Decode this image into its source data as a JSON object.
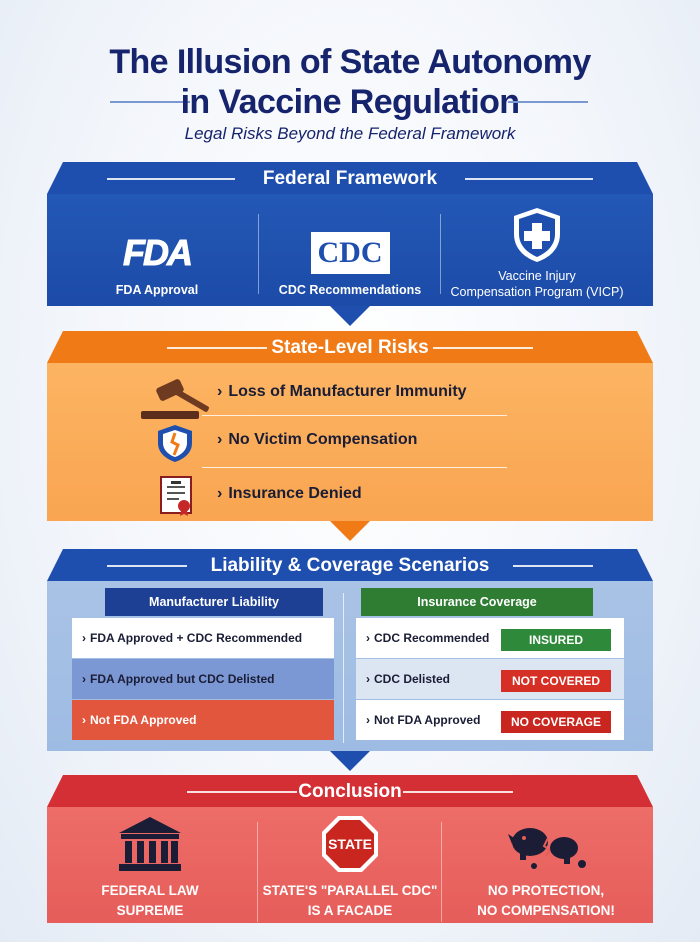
{
  "title": {
    "line1": "The Illusion of State Autonomy",
    "line2": "in Vaccine Regulation",
    "subtitle": "Legal Risks Beyond the Federal Framework"
  },
  "federal": {
    "header": "Federal Framework",
    "items": [
      {
        "logo": "FDA",
        "label": "FDA Approval",
        "icon": "fda-logo-icon"
      },
      {
        "logo": "CDC",
        "label": "CDC Recommendations",
        "icon": "cdc-logo-icon"
      },
      {
        "label_line1": "Vaccine Injury",
        "label_line2": "Compensation Program (VICP)",
        "icon": "shield-cross-icon"
      }
    ],
    "color": "#1f4fae"
  },
  "state": {
    "header": "State-Level Risks",
    "risks": [
      {
        "label": "Loss of Manufacturer Immunity",
        "icon": "gavel-icon"
      },
      {
        "label": "No Victim Compensation",
        "icon": "broken-shield-icon"
      },
      {
        "label": "Insurance Denied",
        "icon": "denied-document-icon"
      }
    ],
    "color": "#f07b16"
  },
  "scenarios": {
    "header": "Liability & Coverage Scenarios",
    "manufacturer": {
      "header": "Manufacturer Liability",
      "rows": [
        "FDA Approved + CDC Recommended",
        "FDA Approved but CDC Delisted",
        "Not FDA Approved"
      ]
    },
    "insurance": {
      "header": "Insurance Coverage",
      "rows": [
        {
          "label": "CDC Recommended",
          "status": "INSURED"
        },
        {
          "label": "CDC Delisted",
          "status": "NOT COVERED"
        },
        {
          "label": "Not FDA Approved",
          "status": "NO COVERAGE"
        }
      ]
    },
    "colors": {
      "insured": "#2e8a3a",
      "not_covered": "#d62f25",
      "no_coverage": "#c8261f"
    }
  },
  "conclusion": {
    "header": "Conclusion",
    "items": [
      {
        "line1": "FEDERAL LAW",
        "line2": "SUPREME",
        "icon": "courthouse-icon"
      },
      {
        "sign": "STATE",
        "line1": "STATE'S \"PARALLEL CDC\"",
        "line2": "IS A FACADE",
        "icon": "stop-sign-icon"
      },
      {
        "line1": "NO PROTECTION,",
        "line2": "NO COMPENSATION!",
        "icon": "broken-piggy-bank-icon"
      }
    ],
    "color": "#d32f35"
  }
}
